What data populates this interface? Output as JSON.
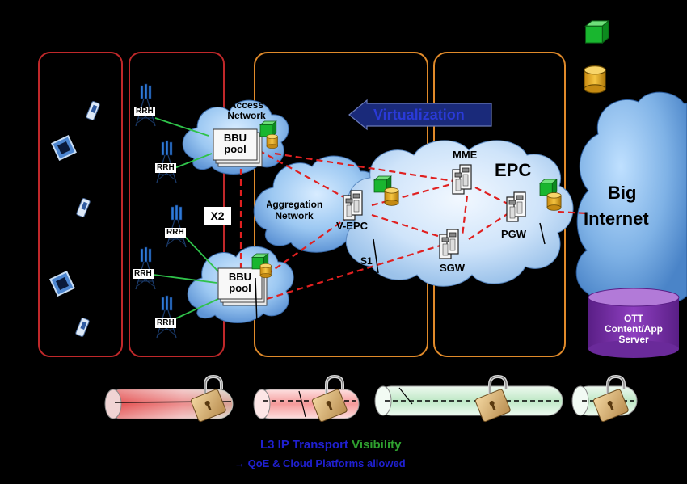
{
  "labels": {
    "access_network": "Access Network",
    "bbu_pool_top": "BBU pool",
    "bbu_pool_bottom": "BBU pool",
    "aggregation_network": "Aggregation Network",
    "virtualization": "Virtualization",
    "mme": "MME",
    "epc": "EPC",
    "v_epc": "V-EPC",
    "pgw": "PGW",
    "sgw": "SGW",
    "s1": "S1",
    "x2": "X2",
    "big": "Big",
    "internet": "Internet",
    "rrh": [
      "RRH",
      "RRH",
      "RRH",
      "RRH",
      "RRH"
    ],
    "ott_server": [
      "OTT",
      "Content/App",
      "Server"
    ]
  },
  "caption": {
    "line1_a": "L3 IP Transport",
    "line1_b": "Visibility",
    "line2_arrow": "→",
    "line2_text": "QoE  & Cloud Platforms allowed"
  },
  "colors": {
    "panel_red": "#c0282a",
    "panel_orange": "#e08a2a",
    "cloud_blue": "#7fb2e6",
    "link_red": "#e02020",
    "link_green": "#2fc24a",
    "caption_blue": "#2020d0",
    "caption_green": "#2fa02f",
    "server_purple": "#7b2fa8",
    "arrow_navy": "#1a2a7a"
  },
  "icons": [
    "mobile-phone-icon",
    "tablet-icon",
    "antenna-tower-icon",
    "server-icon",
    "padlock-icon",
    "green-cube-icon",
    "yellow-cylinder-icon"
  ]
}
